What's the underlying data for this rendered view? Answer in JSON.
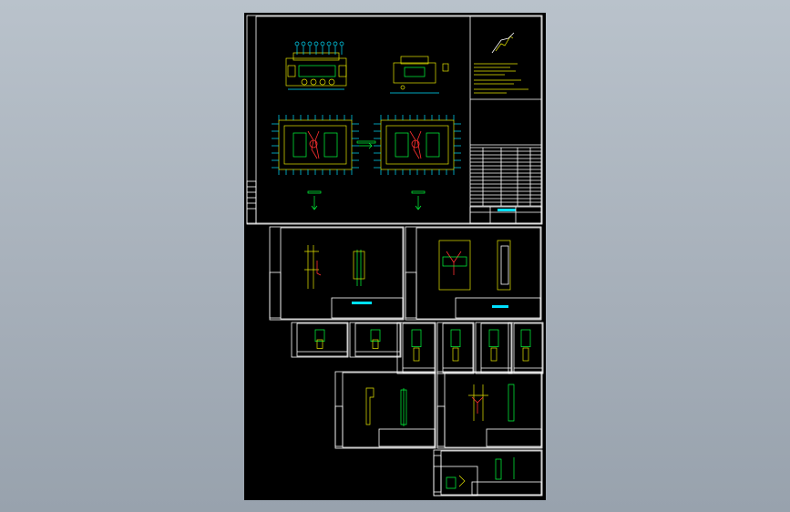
{
  "viewer": {
    "background_color": "#a7b0ba",
    "canvas_color": "#000000"
  },
  "drawing": {
    "line_colors": {
      "frame": "#ffffff",
      "part": "#e6e600",
      "hatch": "#00ff3c",
      "dimension": "#00e0ff",
      "section": "#ff3030"
    },
    "sheets": [
      {
        "id": "assembly",
        "kind": "main-assembly"
      },
      {
        "id": "part-a",
        "kind": "part-sheet"
      },
      {
        "id": "part-b",
        "kind": "part-sheet"
      },
      {
        "id": "detail-row",
        "kind": "small-part-sheets"
      },
      {
        "id": "part-c",
        "kind": "part-sheet"
      },
      {
        "id": "part-d",
        "kind": "part-sheet"
      },
      {
        "id": "part-e",
        "kind": "part-sheet"
      }
    ]
  }
}
